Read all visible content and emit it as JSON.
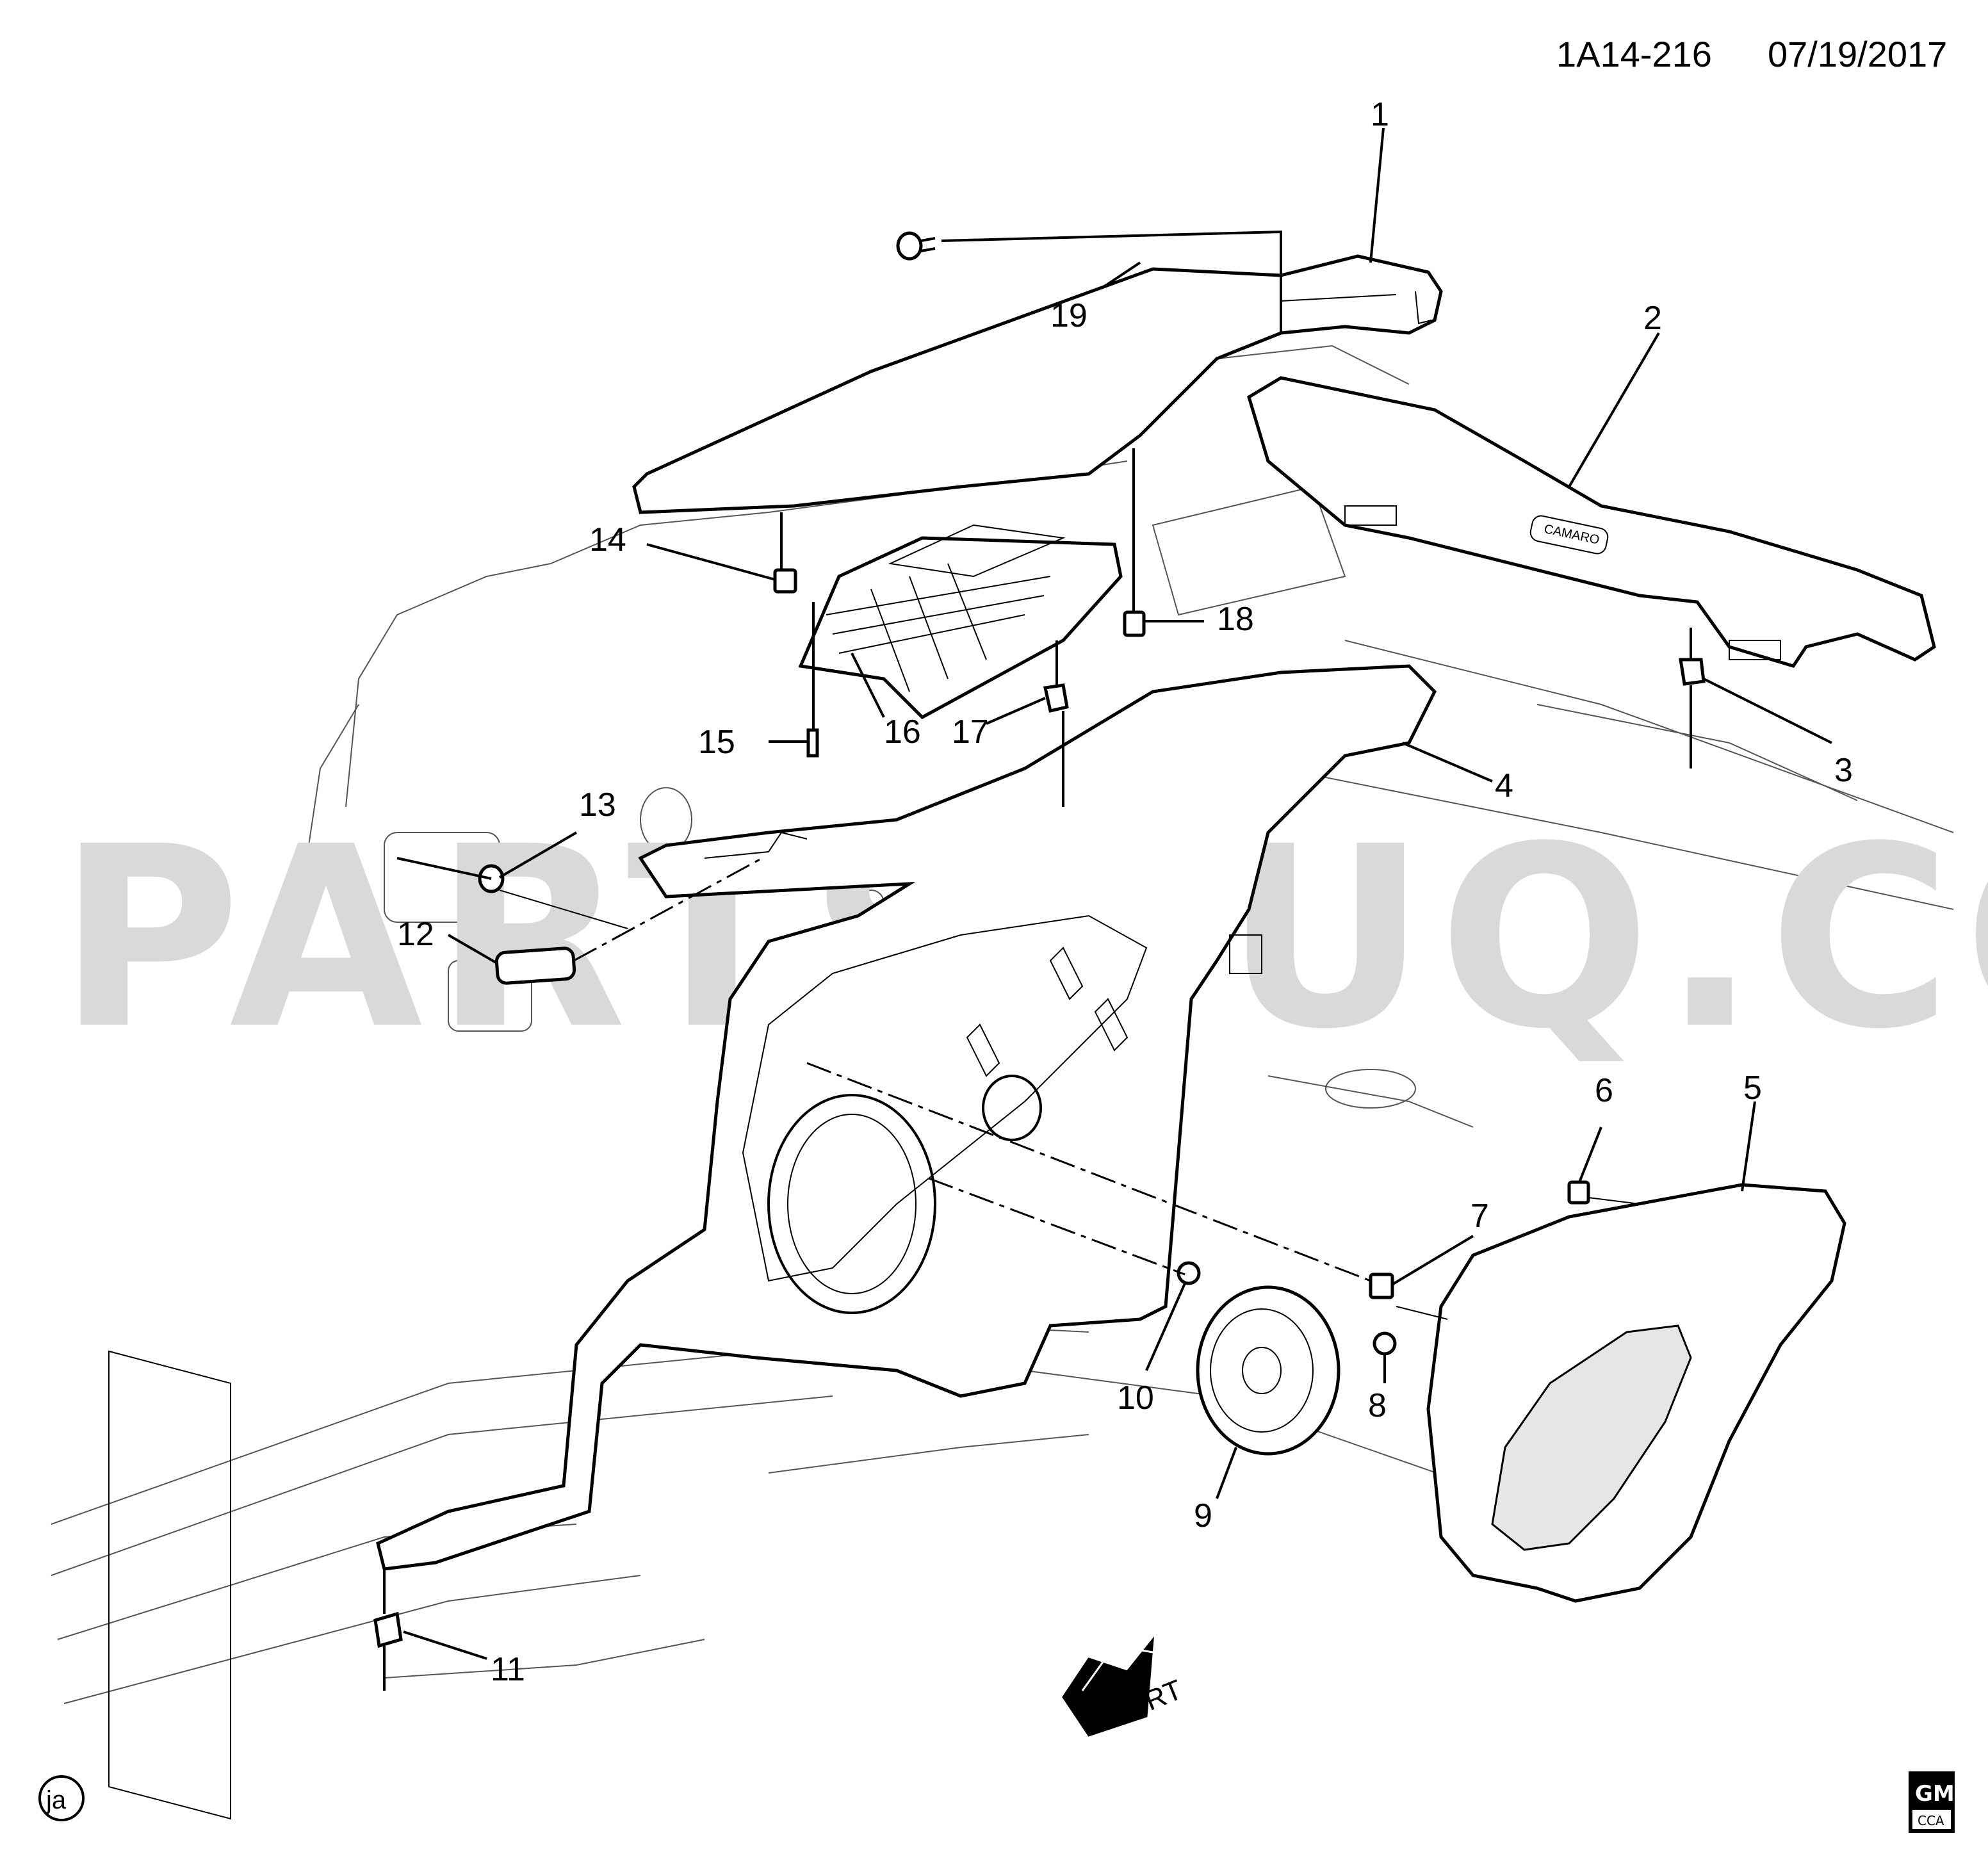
{
  "header": {
    "diagram_code": "1A14-216",
    "date": "07/19/2017"
  },
  "watermark": "PARTSOUQ.COM",
  "direction_label": "FRT",
  "footer": {
    "artist_initials": "ja",
    "logo_text": "GM",
    "logo_subtext": "CCA"
  },
  "callouts": [
    "1",
    "2",
    "3",
    "4",
    "5",
    "6",
    "7",
    "8",
    "9",
    "10",
    "11",
    "12",
    "13",
    "14",
    "15",
    "16",
    "17",
    "18",
    "19"
  ],
  "badge_text": "CAMARO"
}
